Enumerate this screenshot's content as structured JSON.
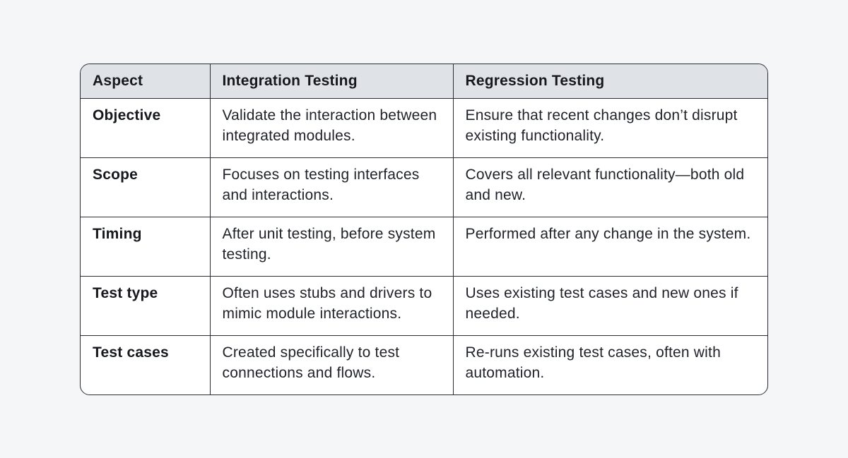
{
  "table": {
    "headers": [
      "Aspect",
      "Integration Testing",
      "Regression Testing"
    ],
    "rows": [
      {
        "aspect": "Objective",
        "integration": "Validate the interaction between integrated modules.",
        "regression": "Ensure that recent changes don’t disrupt existing functionality."
      },
      {
        "aspect": "Scope",
        "integration": "Focuses on testing interfaces and interactions.",
        "regression": "Covers all relevant functionality—both old and new."
      },
      {
        "aspect": "Timing",
        "integration": "After unit testing, before system testing.",
        "regression": "Performed after any change in the system."
      },
      {
        "aspect": "Test type",
        "integration": "Often uses stubs and drivers to mimic module interactions.",
        "regression": "Uses existing test cases and new ones if needed."
      },
      {
        "aspect": "Test cases",
        "integration": "Created specifically to test connections and flows.",
        "regression": "Re-runs existing test cases, often with automation."
      }
    ]
  }
}
